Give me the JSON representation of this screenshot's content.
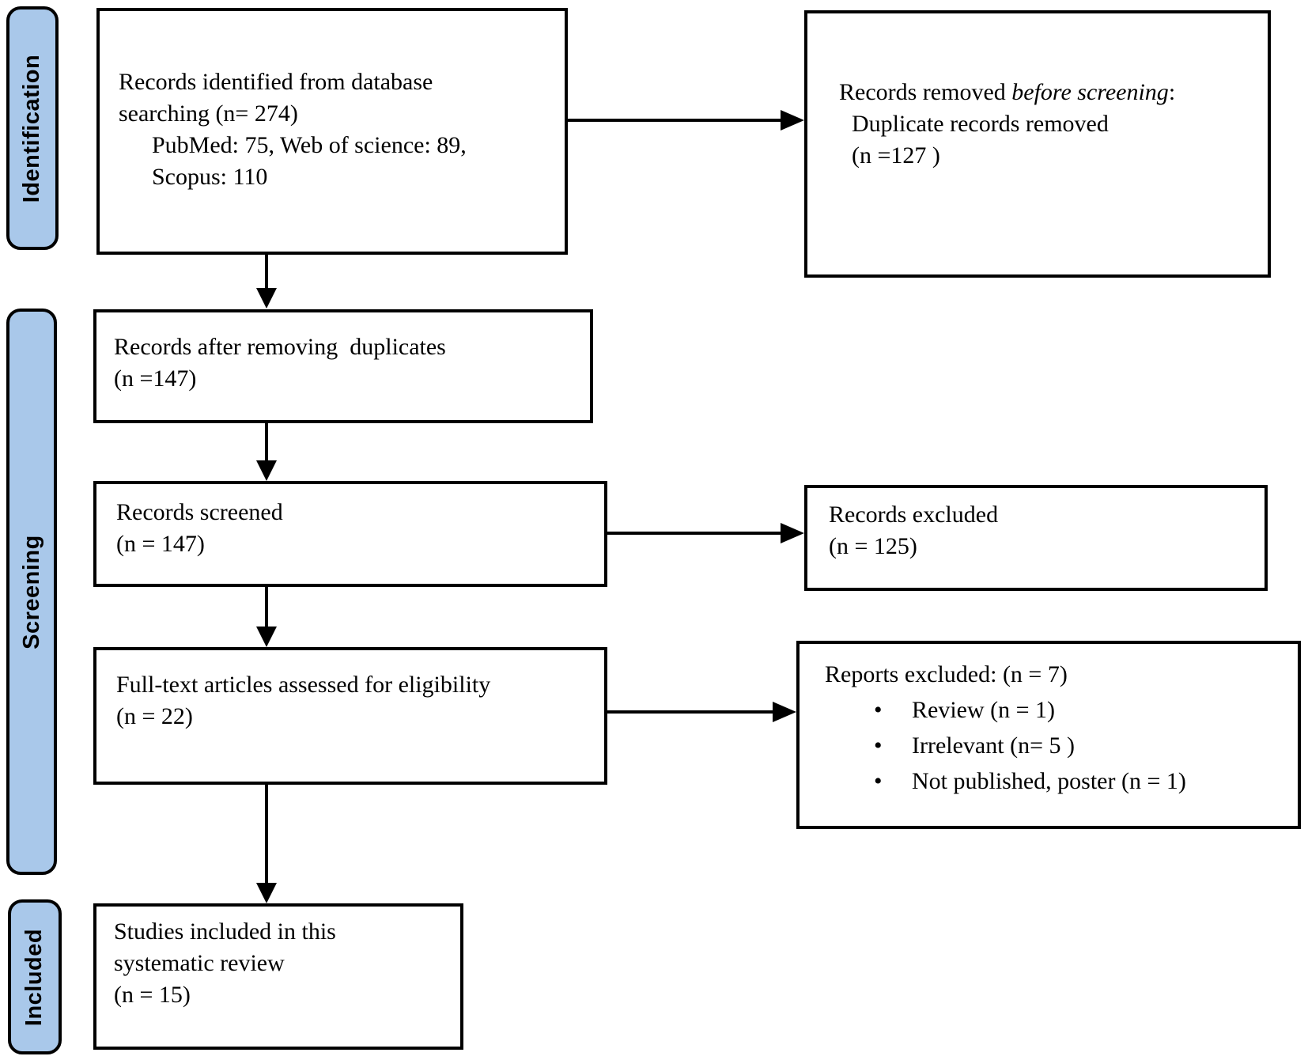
{
  "colors": {
    "stage_fill": "#A9C8EA",
    "line_color": "#000000"
  },
  "glyphs": {
    "bullet": "•"
  },
  "sidebar": {
    "identification": "Identification",
    "screening": "Screening",
    "included": "Included"
  },
  "boxes": {
    "identified": {
      "lines": [
        "Records identified from database",
        "searching (n= 274)"
      ],
      "indented_lines": [
        "PubMed: 75, Web of science: 89,",
        "Scopus: 110"
      ]
    },
    "removed": {
      "line1_prefix": "Records removed ",
      "line1_italic": "before screening",
      "line1_suffix": ":",
      "line2": "Duplicate records removed",
      "line3": "(n =127 )"
    },
    "deduplicated": {
      "lines": [
        "Records after removing  duplicates",
        "(n =147)"
      ]
    },
    "screened": {
      "lines": [
        "Records screened",
        "(n = 147)"
      ]
    },
    "excluded": {
      "lines": [
        "Records excluded",
        "(n = 125)"
      ]
    },
    "fulltext": {
      "lines": [
        "Full-text articles assessed for eligibility",
        "(n = 22)"
      ]
    },
    "reports_excluded": {
      "title": "Reports excluded: (n = 7)",
      "items": [
        "Review (n = 1)",
        "Irrelevant (n= 5 )",
        "Not published, poster (n = 1)"
      ]
    },
    "included_studies": {
      "lines": [
        "Studies included in this",
        "systematic review",
        "(n = 15)"
      ]
    }
  }
}
